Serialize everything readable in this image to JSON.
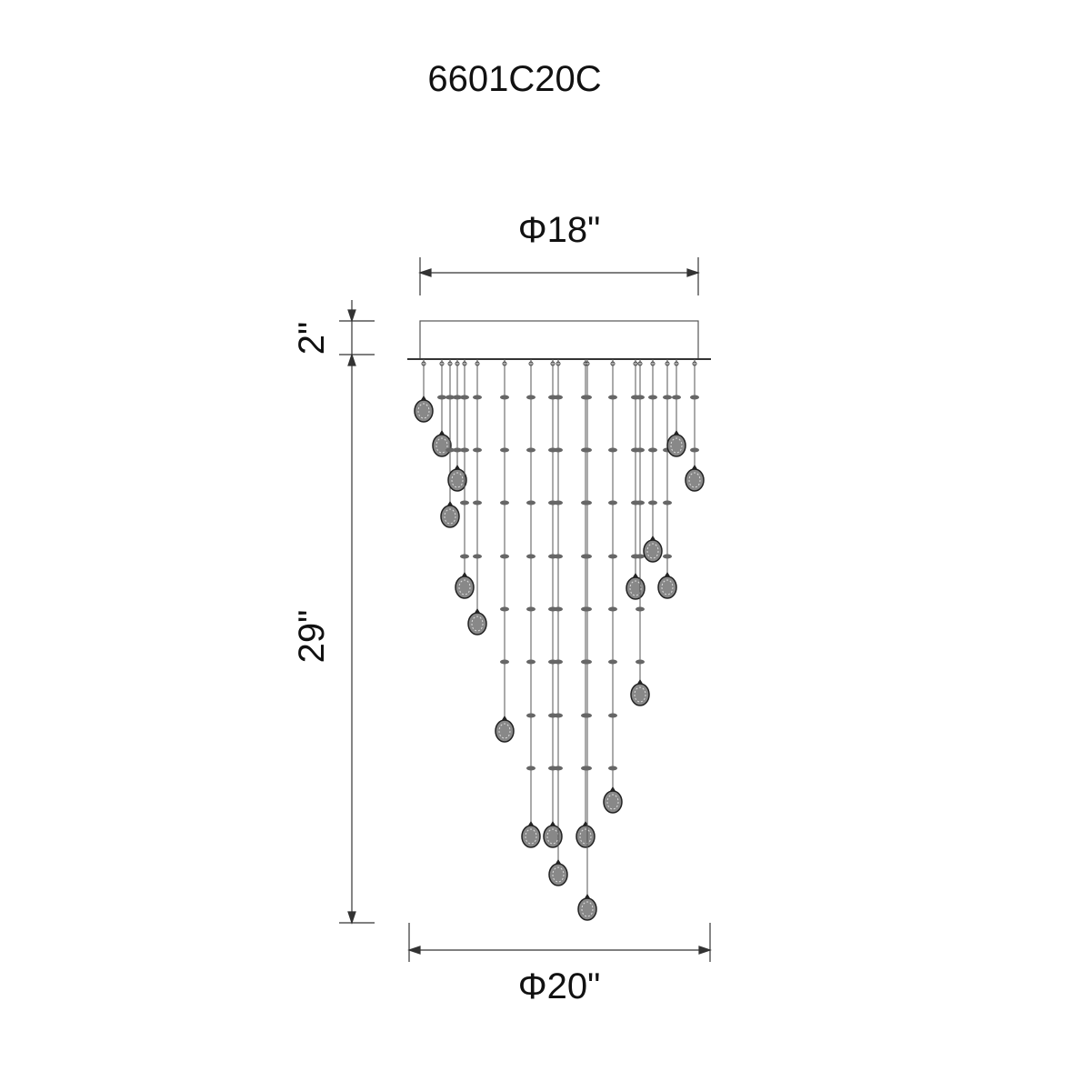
{
  "title": "6601C20C",
  "dimensions": {
    "canopy_diameter": "Φ18\"",
    "canopy_height": "2\"",
    "fixture_height": "29\"",
    "fixture_diameter": "Φ20\""
  },
  "colors": {
    "line": "#333333",
    "text": "#111111",
    "background": "#ffffff"
  }
}
